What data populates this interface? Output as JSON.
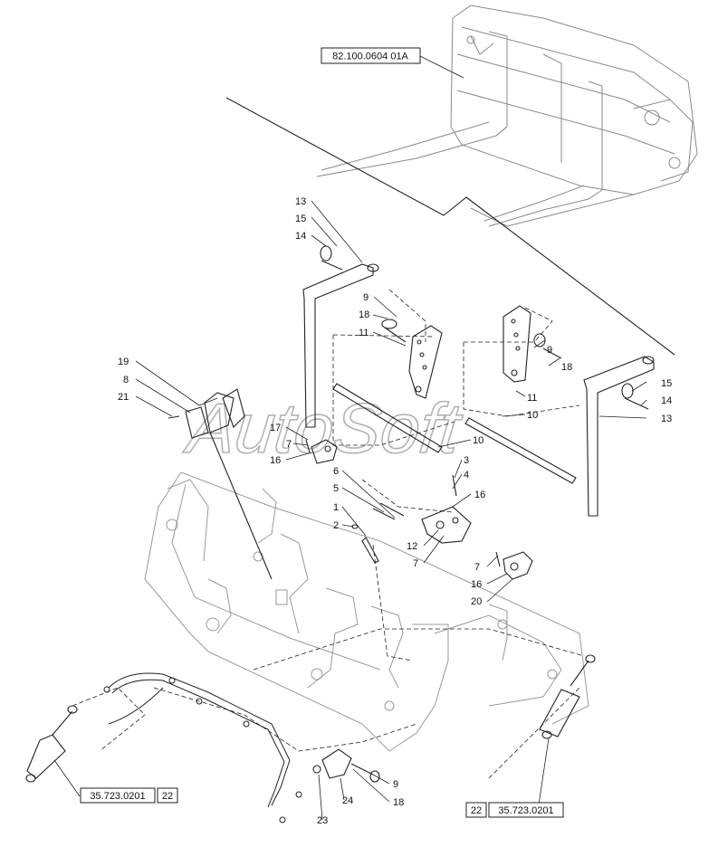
{
  "watermark": "AutoSoft",
  "ref_boxes": {
    "top": "82.100.0604 01A",
    "left_code": "35.723.0201",
    "left_num": "22",
    "right_num": "22",
    "right_code": "35.723.0201"
  },
  "callouts": {
    "c13a": "13",
    "c15a": "15",
    "c14a": "14",
    "c9a": "9",
    "c18a": "18",
    "c11a": "11",
    "c9b": "9",
    "c18b": "18",
    "c15b": "15",
    "c14b": "14",
    "c13b": "13",
    "c11b": "11",
    "c10a": "10",
    "c10b": "10",
    "c19": "19",
    "c8": "8",
    "c21": "21",
    "c17": "17",
    "c7a": "7",
    "c16a": "16",
    "c3": "3",
    "c4": "4",
    "c16b": "16",
    "c6": "6",
    "c5": "5",
    "c1": "1",
    "c2": "2",
    "c12": "12",
    "c7b": "7",
    "c7c": "7",
    "c16c": "16",
    "c20": "20",
    "c9c": "9",
    "c24": "24",
    "c18c": "18",
    "c23": "23"
  }
}
